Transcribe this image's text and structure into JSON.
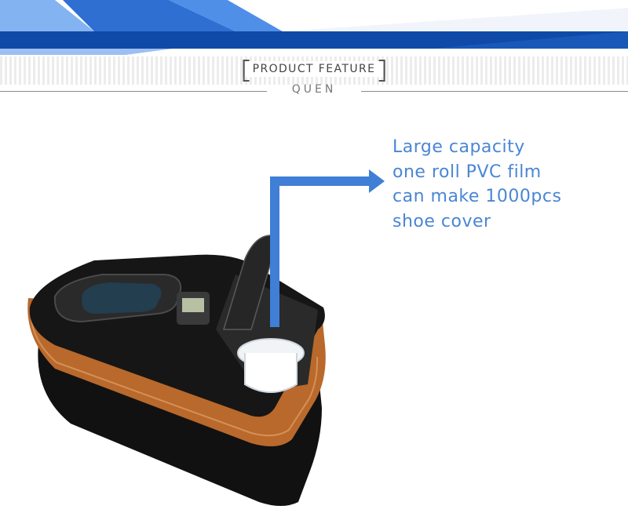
{
  "header": {
    "title": "PRODUCT FEATURE",
    "subtitle": "QUEN"
  },
  "callout": {
    "lines": [
      "Large  capacity",
      "one roll PVC film",
      "can make 1000pcs",
      "shoe cover"
    ]
  },
  "product": {
    "name": "shoe-cover-machine",
    "icon": "shoe-cover-dispenser-icon"
  },
  "colors": {
    "banner_dark": "#0f4aa8",
    "banner_light": "#4f8fe8",
    "callout_blue": "#4a86d4",
    "arrow_blue": "#3f7fd6",
    "machine_copper": "#b9692b",
    "machine_black": "#131313"
  }
}
